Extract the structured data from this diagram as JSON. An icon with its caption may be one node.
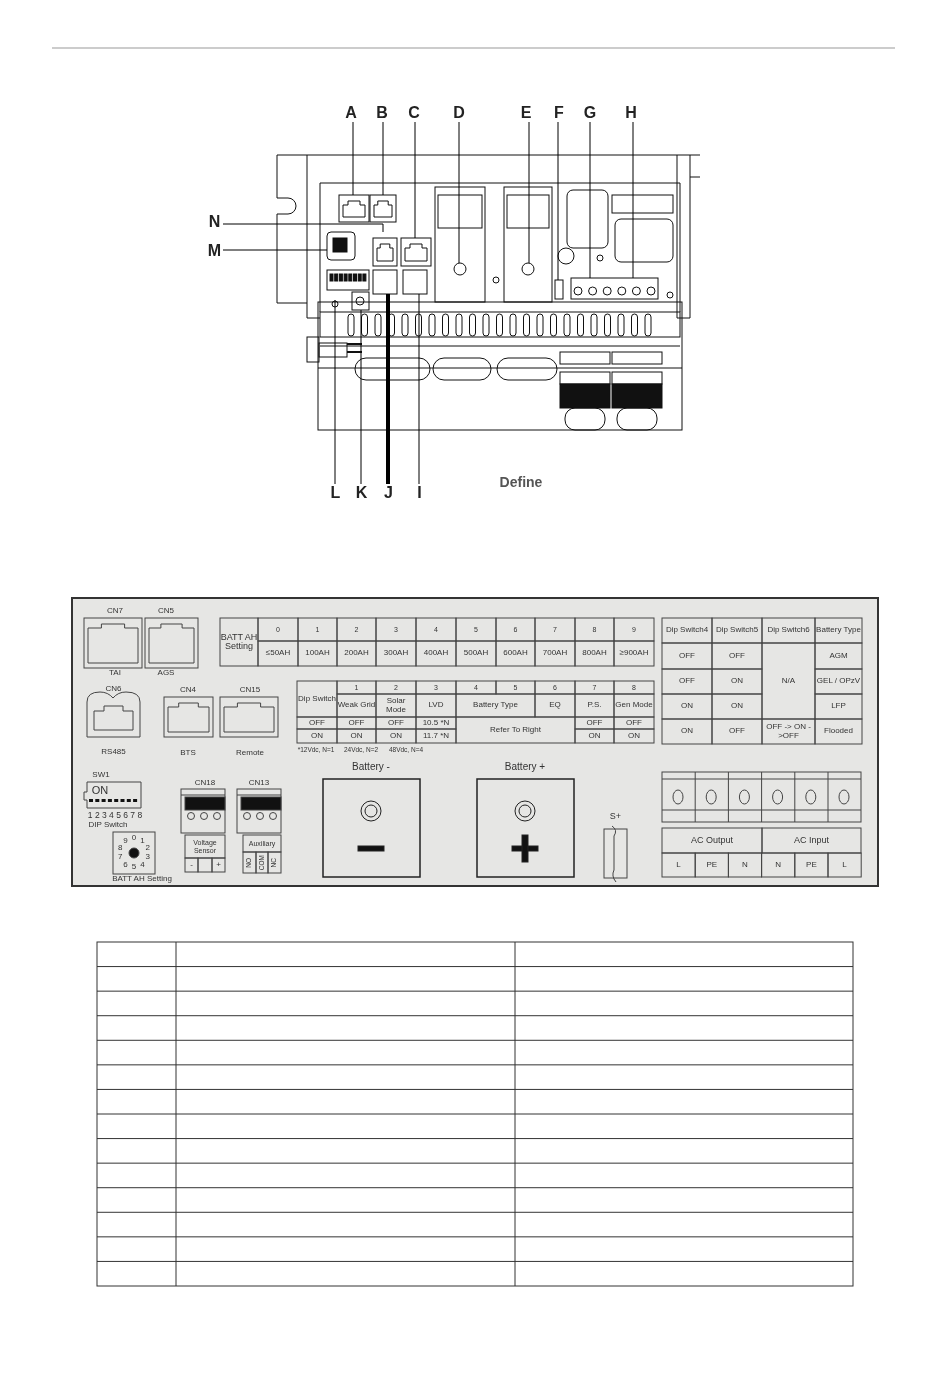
{
  "diagram": {
    "nodes": [
      {
        "text": [
          "A"
        ]
      },
      {
        "text": [
          "B"
        ]
      },
      {
        "text": [
          "C"
        ]
      },
      {
        "text": [
          "D"
        ]
      },
      {
        "text": [
          "E"
        ]
      },
      {
        "text": [
          "F"
        ]
      },
      {
        "text": [
          "G"
        ]
      },
      {
        "text": [
          "H"
        ]
      },
      {
        "text": [
          "N"
        ]
      },
      {
        "text": [
          "M"
        ]
      },
      {
        "text": [
          "L"
        ]
      },
      {
        "text": [
          "K"
        ]
      },
      {
        "text": [
          "J"
        ]
      },
      {
        "text": [
          "I"
        ]
      }
    ],
    "edges": [
      {
        "from": 0,
        "to": null,
        "arrow": "none"
      },
      {
        "from": 1,
        "to": null,
        "arrow": "none"
      },
      {
        "from": 2,
        "to": null,
        "arrow": "none"
      },
      {
        "from": 3,
        "to": null,
        "arrow": "none"
      },
      {
        "from": 4,
        "to": null,
        "arrow": "none"
      },
      {
        "from": 5,
        "to": null,
        "arrow": "none"
      },
      {
        "from": 6,
        "to": null,
        "arrow": "none"
      },
      {
        "from": 7,
        "to": null,
        "arrow": "none"
      },
      {
        "from": 8,
        "to": null,
        "arrow": "none"
      },
      {
        "from": 9,
        "to": null,
        "arrow": "none"
      },
      {
        "from": 10,
        "to": null,
        "arrow": "none"
      },
      {
        "from": 11,
        "to": null,
        "arrow": "none"
      },
      {
        "from": 12,
        "to": null,
        "arrow": "none",
        "style": "thick"
      },
      {
        "from": 13,
        "to": null,
        "arrow": "none"
      }
    ],
    "labels": [
      "Define",
      "CN7",
      "CN5",
      "TAI",
      "AGS",
      "BATT AH Setting",
      "0",
      "1",
      "2",
      "3",
      "4",
      "5",
      "6",
      "7",
      "8",
      "9",
      "≤50AH",
      "100AH",
      "200AH",
      "300AH",
      "400AH",
      "500AH",
      "600AH",
      "700AH",
      "800AH",
      "≥900AH",
      "Dip Switch4",
      "Dip Switch5",
      "Dip Switch6",
      "Battery Type",
      "OFF",
      "OFF",
      "N/A",
      "AGM",
      "OFF",
      "ON",
      "GEL / OPzV",
      "ON",
      "ON",
      "LFP",
      "ON",
      "OFF",
      "OFF -> ON ->OFF",
      "Flooded",
      "CN6",
      "CN4",
      "CN15",
      "RS485",
      "BTS",
      "Remote",
      "Dip Switch",
      "1",
      "2",
      "3",
      "4",
      "5",
      "6",
      "7",
      "8",
      "Weak Grid",
      "Solar Mode",
      "LVD",
      "Battery Type",
      "EQ",
      "P.S.",
      "Gen Mode",
      "OFF",
      "OFF",
      "OFF",
      "10.5 *N",
      "Refer To Right",
      "OFF",
      "OFF",
      "ON",
      "ON",
      "ON",
      "11.7 *N",
      "ON",
      "ON",
      "*12Vdc, N=1",
      "24Vdc, N=2",
      "48Vdc, N=4",
      "SW1",
      "ON",
      "1 2 3 4 5 6 7 8",
      "DIP Switch",
      "0",
      "1",
      "2",
      "3",
      "4",
      "5",
      "6",
      "7",
      "8",
      "9",
      "BATT AH Setting",
      "CN18",
      "Voltage Sensor",
      "-",
      "+",
      "CN13",
      "Auxiliary",
      "NO",
      "COM",
      "NC",
      "Battery -",
      "Battery +",
      "S+",
      "AC Output",
      "AC Input",
      "L",
      "PE",
      "N",
      "N",
      "PE",
      "L"
    ]
  }
}
